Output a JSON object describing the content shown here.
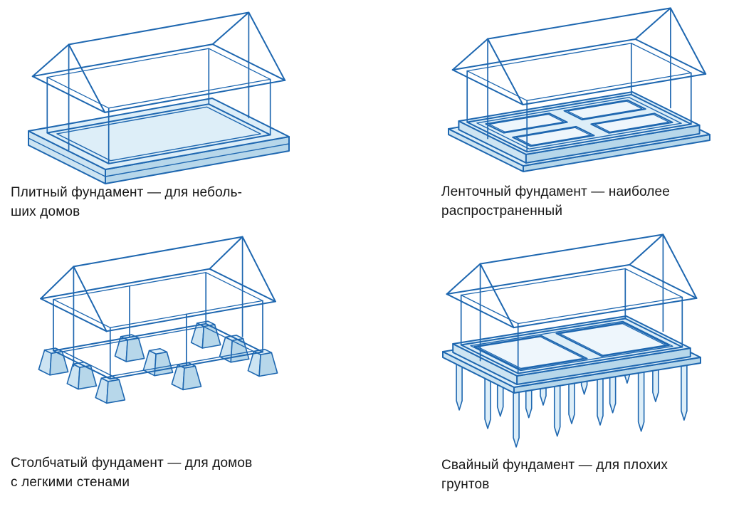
{
  "page": {
    "background": "#ffffff"
  },
  "colors": {
    "line": "#1e67b0",
    "face_top": "#ddeef8",
    "face_side": "#cde4f2",
    "face_side_dark": "#b7d7ea",
    "hole_inner": "#eef6fc",
    "caption_text": "#161616"
  },
  "figures": [
    {
      "id": "slab",
      "caption_line1": "Плитный фундамент — для неболь-",
      "caption_line2": "ших домов"
    },
    {
      "id": "strip",
      "caption_line1": "Ленточный фундамент — наиболее",
      "caption_line2": "распространенный"
    },
    {
      "id": "pier",
      "caption_line1": "Столбчатый фундамент — для домов",
      "caption_line2": "с легкими стенами"
    },
    {
      "id": "pile",
      "caption_line1": "Свайный фундамент — для плохих",
      "caption_line2": "грунтов"
    }
  ]
}
